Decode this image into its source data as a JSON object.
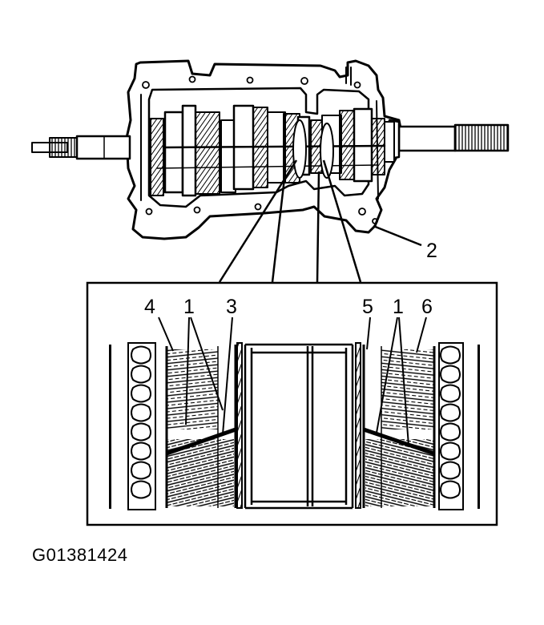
{
  "figure": {
    "id_code": "G01381424",
    "callouts": {
      "main": "2",
      "inset": [
        "4",
        "1",
        "3",
        "5",
        "1",
        "6"
      ]
    }
  },
  "colors": {
    "ink": "#000000",
    "paper": "#ffffff"
  }
}
